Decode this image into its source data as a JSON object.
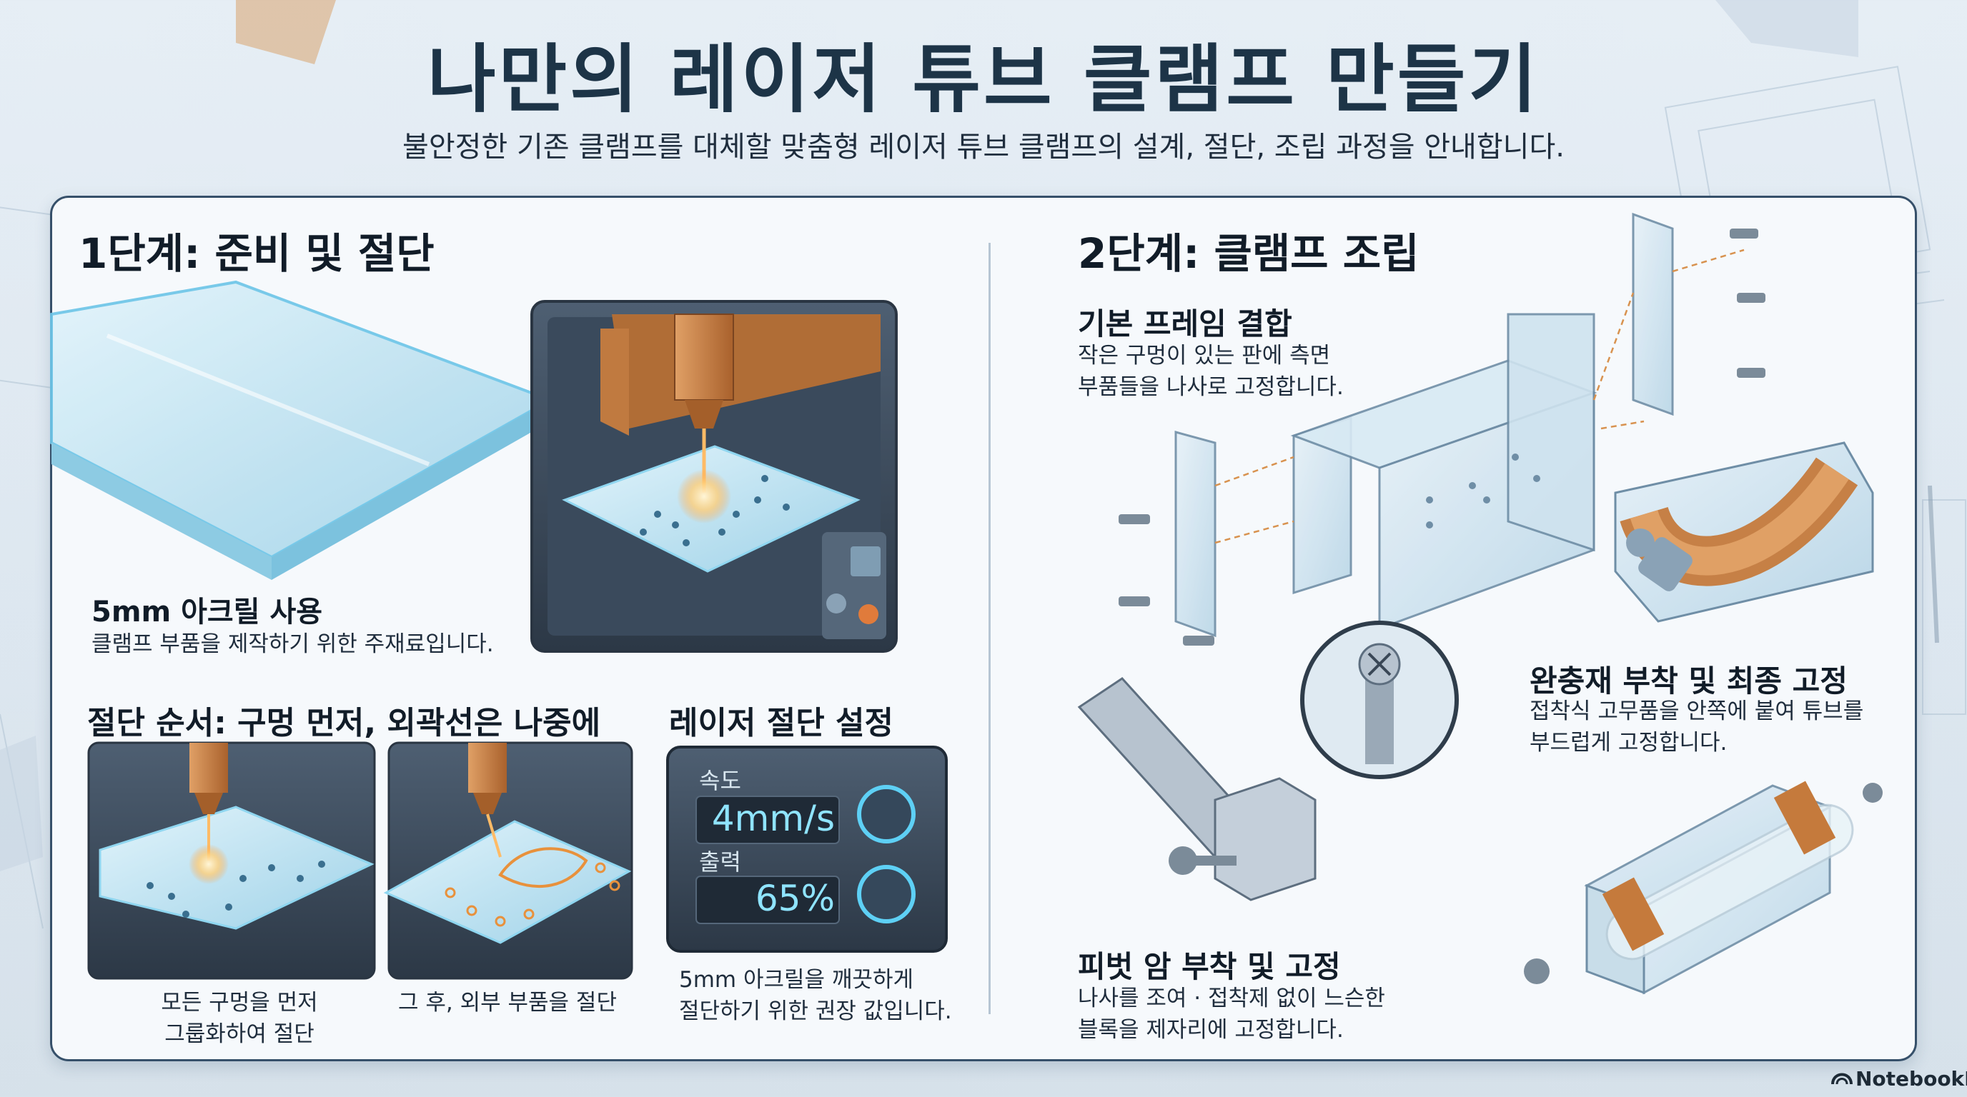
{
  "header": {
    "title": "나만의 레이저 튜브 클램프 만들기",
    "subtitle": "불안정한 기존 클램프를 대체할 맞춤형 레이저 튜브 클램프의 설계, 절단, 조립 과정을 안내합니다."
  },
  "step1": {
    "heading": "1단계: 준비 및 절단",
    "material": {
      "title": "5mm 아크릴 사용",
      "desc": "클램프 부품을 제작하기 위한 주재료입니다."
    },
    "cut_order": {
      "title": "절단 순서: 구멍 먼저, 외곽선은 나중에",
      "caption_first": [
        "모든 구멍을 먼저",
        "그룹화하여 절단"
      ],
      "caption_second": "그 후, 외부 부품을 절단"
    },
    "laser_settings": {
      "title": "레이저 절단 설정",
      "speed_label": "속도",
      "speed_value": "4mm/s",
      "power_label": "출력",
      "power_value": "65%",
      "note": [
        "5mm 아크릴을 깨끗하게",
        "절단하기 위한 권장 값입니다."
      ]
    }
  },
  "step2": {
    "heading": "2단계: 클램프 조립",
    "frame": {
      "title": "기본 프레임 결합",
      "desc": [
        "작은 구멍이 있는 판에 측면",
        "부품들을 나사로 고정합니다."
      ]
    },
    "cushion": {
      "title": "완충재 부착 및 최종 고정",
      "desc": [
        "접착식 고무품을 안쪽에 붙여 튜브를",
        "부드럽게 고정합니다."
      ]
    },
    "pivot": {
      "title": "피벗 암 부착 및 고정",
      "desc": [
        "나사를 조여 · 접착제 없이 느슨한",
        "블록을 제자리에 고정합니다."
      ]
    }
  },
  "footer": {
    "brand": "NotebookLM"
  },
  "colors": {
    "acrylic": "#a9d8ec",
    "copper": "#c98145",
    "dark_panel": "#2e3b4b",
    "lcd_text": "#8fe4ff",
    "frame": "#36506a"
  }
}
